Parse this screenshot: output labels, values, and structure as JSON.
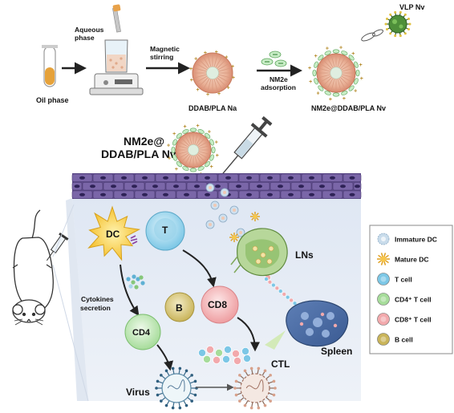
{
  "top_row": {
    "oil_phase": "Oil phase",
    "aqueous_phase": "Aqueous\nphase",
    "magnetic_stirring": "Magnetic\nstirring",
    "ddab_na": "DDAB/PLA Na",
    "nm2e_adsorption": "NM2e\nadsorption",
    "nm2e_nv": "NM2e@DDAB/PLA Nv",
    "vlp": "VLP Nv"
  },
  "injection": {
    "label_line1": "NM2e@",
    "label_line2": "DDAB/PLA Nv"
  },
  "immune": {
    "dc": "DC",
    "t": "T",
    "b": "B",
    "cd8": "CD8",
    "cd4": "CD4",
    "cytokines": "Cytokines\nsecretion",
    "virus": "Virus",
    "ctl": "CTL",
    "lns": "LNs",
    "spleen": "Spleen"
  },
  "legend": {
    "items": [
      {
        "label": "Immature DC",
        "icon": "immature-dc-icon",
        "color": "#c9dceb"
      },
      {
        "label": "Mature DC",
        "icon": "mature-dc-icon",
        "color": "#f7c64a"
      },
      {
        "label": "T cell",
        "icon": "t-cell-icon",
        "color": "#7cc7e6"
      },
      {
        "label": "CD4⁺ T cell",
        "icon": "cd4-t-cell-icon",
        "color": "#a6dc9a"
      },
      {
        "label": "CD8⁺ T cell",
        "icon": "cd8-t-cell-icon",
        "color": "#f2a9ac"
      },
      {
        "label": "B cell",
        "icon": "b-cell-icon",
        "color": "#c9b45a"
      }
    ]
  }
}
